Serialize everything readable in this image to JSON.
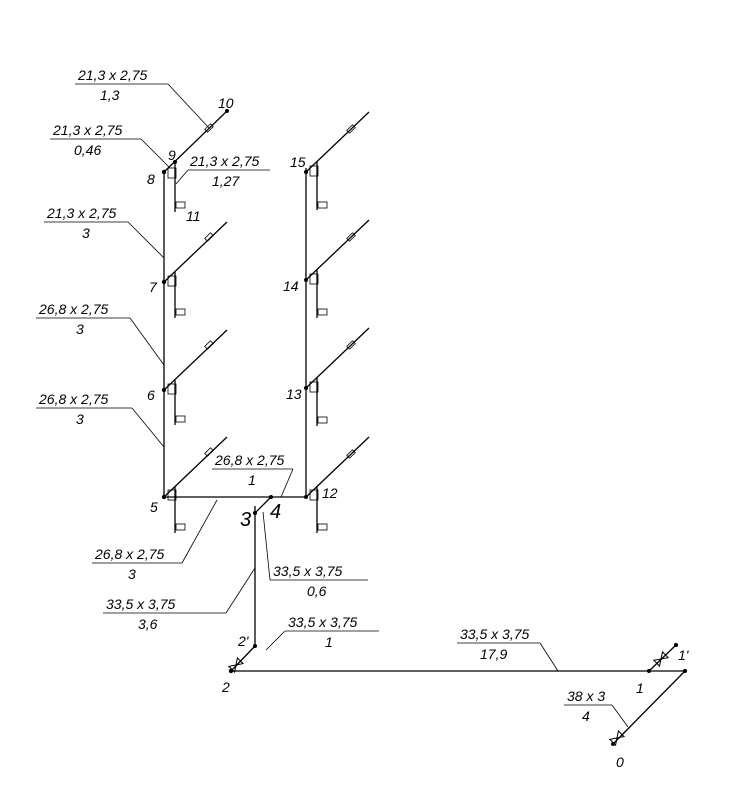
{
  "nodes": {
    "n0": "0",
    "n1": "1",
    "n1p": "1'",
    "n2": "2",
    "n2p": "2'",
    "n3": "3",
    "n4": "4",
    "n5": "5",
    "n6": "6",
    "n7": "7",
    "n8": "8",
    "n9": "9",
    "n10": "10",
    "n11": "11",
    "n12": "12",
    "n13": "13",
    "n14": "14",
    "n15": "15"
  },
  "segments": [
    {
      "size": "21,3 x 2,75",
      "length": "1,3"
    },
    {
      "size": "21,3 x 2,75",
      "length": "0,46"
    },
    {
      "size": "21,3 x 2,75",
      "length": "1,27"
    },
    {
      "size": "21,3 x 2,75",
      "length": "3"
    },
    {
      "size": "26,8 x 2,75",
      "length": "3"
    },
    {
      "size": "26,8 x 2,75",
      "length": "3"
    },
    {
      "size": "26,8 x 2,75",
      "length": "1"
    },
    {
      "size": "26,8 x 2,75",
      "length": "3"
    },
    {
      "size": "33,5 x 3,75",
      "length": "0,6"
    },
    {
      "size": "33,5 x 3,75",
      "length": "3,6"
    },
    {
      "size": "33,5 x 3,75",
      "length": "1"
    },
    {
      "size": "33,5 x 3,75",
      "length": "17,9"
    },
    {
      "size": "38 x 3",
      "length": "4"
    }
  ]
}
